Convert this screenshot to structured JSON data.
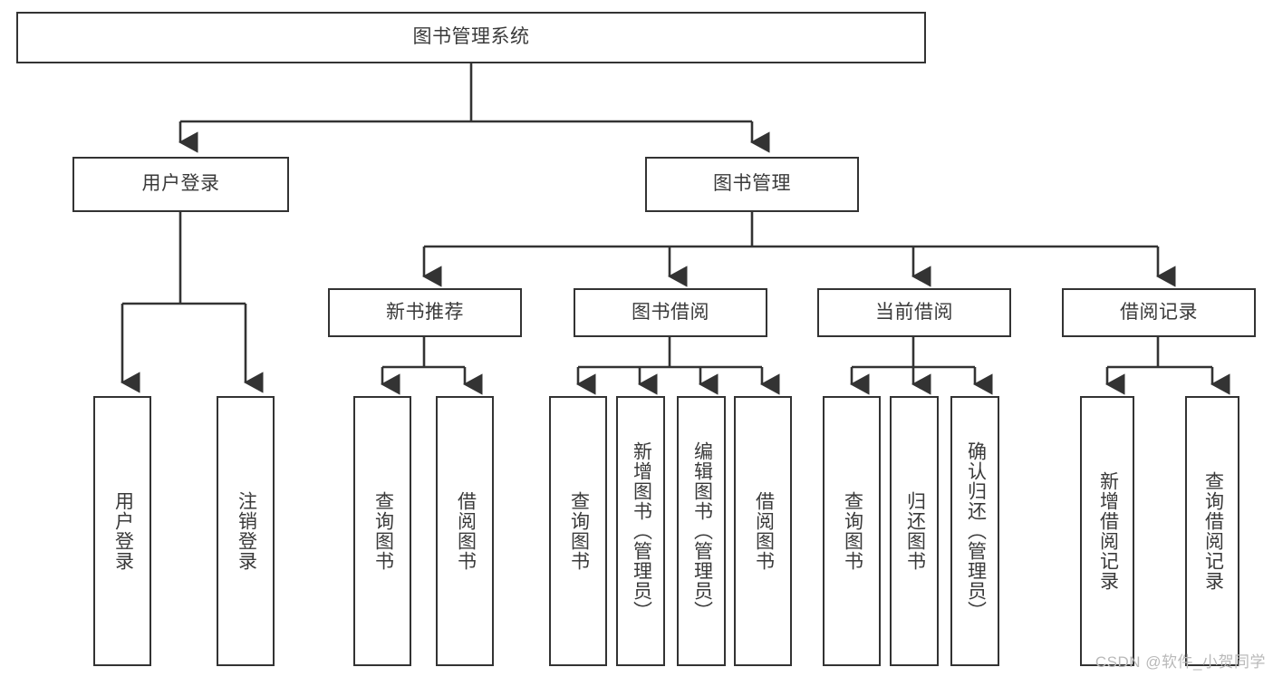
{
  "diagram": {
    "title": "图书管理系统",
    "type": "functional-structure-tree",
    "colors": {
      "box_border": "#333333",
      "box_fill": "#ffffff",
      "text": "#3a3a3a",
      "edge": "#333333",
      "watermark": "#b9b9b9",
      "background": "#ffffff"
    },
    "root": {
      "id": "root",
      "label": "图书管理系统",
      "orientation": "horizontal"
    },
    "level2": [
      {
        "id": "user-login",
        "label": "用户登录",
        "orientation": "horizontal"
      },
      {
        "id": "book-manage",
        "label": "图书管理",
        "orientation": "horizontal"
      }
    ],
    "level3": [
      {
        "id": "new-book-recommend",
        "label": "新书推荐",
        "orientation": "horizontal",
        "parent": "book-manage"
      },
      {
        "id": "book-borrow",
        "label": "图书借阅",
        "orientation": "horizontal",
        "parent": "book-manage"
      },
      {
        "id": "current-borrow",
        "label": "当前借阅",
        "orientation": "horizontal",
        "parent": "book-manage"
      },
      {
        "id": "borrow-record",
        "label": "借阅记录",
        "orientation": "horizontal",
        "parent": "book-manage"
      }
    ],
    "leaves": [
      {
        "id": "leaf-user-login",
        "label": "用户登录",
        "parent": "user-login"
      },
      {
        "id": "leaf-user-logout",
        "label": "注销登录",
        "parent": "user-login"
      },
      {
        "id": "leaf-query-book-1",
        "label": "查询图书",
        "parent": "new-book-recommend"
      },
      {
        "id": "leaf-borrow-book-1",
        "label": "借阅图书",
        "parent": "new-book-recommend"
      },
      {
        "id": "leaf-query-book-2",
        "label": "查询图书",
        "parent": "book-borrow"
      },
      {
        "id": "leaf-add-book",
        "label": "新增图书（管理员）",
        "parent": "book-borrow"
      },
      {
        "id": "leaf-edit-book",
        "label": "编辑图书（管理员）",
        "parent": "book-borrow"
      },
      {
        "id": "leaf-borrow-book-2",
        "label": "借阅图书",
        "parent": "book-borrow"
      },
      {
        "id": "leaf-query-book-3",
        "label": "查询图书",
        "parent": "current-borrow"
      },
      {
        "id": "leaf-return-book",
        "label": "归还图书",
        "parent": "current-borrow"
      },
      {
        "id": "leaf-confirm-return",
        "label": "确认归还（管理员）",
        "parent": "current-borrow"
      },
      {
        "id": "leaf-add-record",
        "label": "新增借阅记录",
        "parent": "borrow-record"
      },
      {
        "id": "leaf-query-record",
        "label": "查询借阅记录",
        "parent": "borrow-record"
      }
    ],
    "watermark": "CSDN @软件_小贺同学"
  }
}
